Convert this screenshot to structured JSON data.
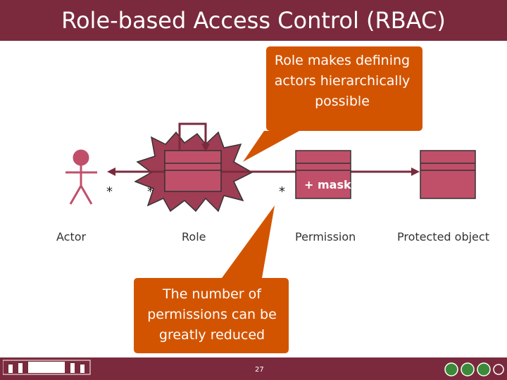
{
  "slide": {
    "title": "Role-based Access Control (RBAC)",
    "page_number": "27"
  },
  "labels": {
    "actor": "Actor",
    "role": "Role",
    "permission": "Permission",
    "protected_object": "Protected object"
  },
  "permission_box": {
    "mask": "+ mask"
  },
  "multiplicities": {
    "actor_side": "*",
    "role_left": "*",
    "role_right": "*"
  },
  "callouts": {
    "top": "Role makes defining actors hierarchically possible",
    "bottom": "The number of permissions can be greatly reduced"
  },
  "colors": {
    "brand": "#7a2a3c",
    "callout": "#d35400",
    "box": "#c0506a",
    "burst": "#9e3d54"
  }
}
